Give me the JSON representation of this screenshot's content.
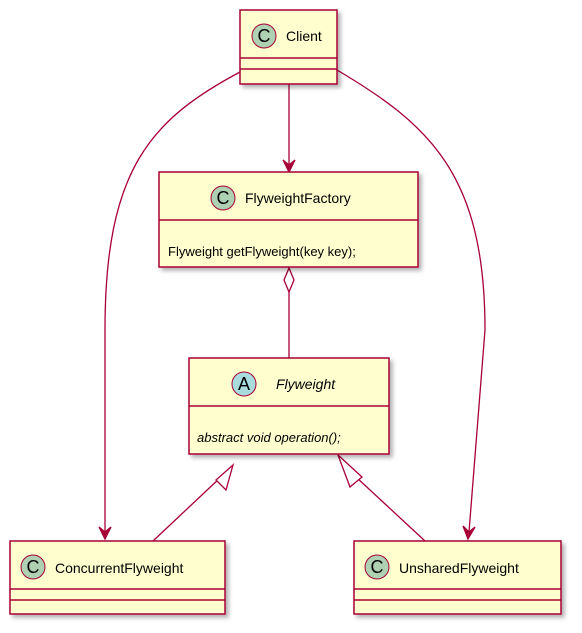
{
  "diagram_type": "uml-class-diagram",
  "colors": {
    "box_fill": "#FEFECE",
    "border": "#A80036",
    "class_circle": "#ADD1B2",
    "abstract_circle": "#A9DCDF"
  },
  "classes": [
    {
      "id": "client",
      "name": "Client",
      "kind": "class",
      "stereotype_letter": "C",
      "members": []
    },
    {
      "id": "flyweight-factory",
      "name": "FlyweightFactory",
      "kind": "class",
      "stereotype_letter": "C",
      "members": [
        "Flyweight getFlyweight(key key);"
      ]
    },
    {
      "id": "flyweight",
      "name": "Flyweight",
      "kind": "abstract",
      "stereotype_letter": "A",
      "members": [
        "abstract void operation();"
      ]
    },
    {
      "id": "concurrent-flyweight",
      "name": "ConcurrentFlyweight",
      "kind": "class",
      "stereotype_letter": "C",
      "members": []
    },
    {
      "id": "unshared-flyweight",
      "name": "UnsharedFlyweight",
      "kind": "class",
      "stereotype_letter": "C",
      "members": []
    }
  ],
  "relations": [
    {
      "from": "client",
      "to": "flyweight-factory",
      "type": "association"
    },
    {
      "from": "client",
      "to": "concurrent-flyweight",
      "type": "association"
    },
    {
      "from": "client",
      "to": "unshared-flyweight",
      "type": "association"
    },
    {
      "from": "flyweight-factory",
      "to": "flyweight",
      "type": "aggregation"
    },
    {
      "from": "concurrent-flyweight",
      "to": "flyweight",
      "type": "inheritance"
    },
    {
      "from": "unshared-flyweight",
      "to": "flyweight",
      "type": "inheritance"
    }
  ]
}
